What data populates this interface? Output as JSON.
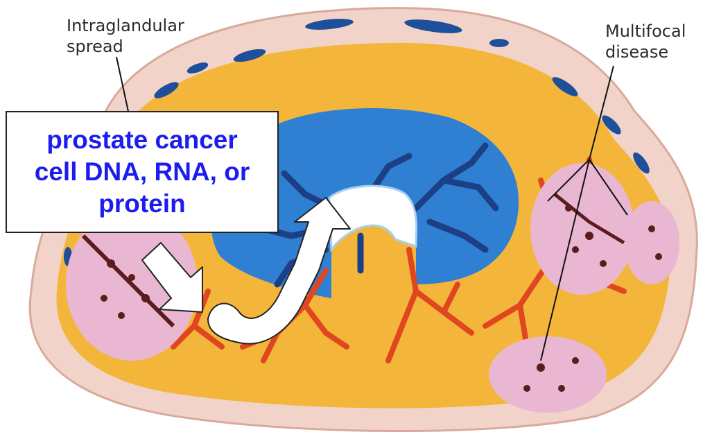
{
  "labels": {
    "intraglandular_line1": "Intraglandular",
    "intraglandular_line2": "spread",
    "multifocal_line1": "Multifocal",
    "multifocal_line2": "disease"
  },
  "callout": {
    "line1": "prostate cancer",
    "line2": "cell DNA, RNA, or",
    "line3": "protein"
  },
  "colors": {
    "capsule": "#f1d3c9",
    "parenchyma": "#f4b63a",
    "urethra_region": "#2f7fd2",
    "duct_dark": "#1d3f86",
    "lumen": "#ffffff",
    "duct_orange": "#e0461f",
    "tumor_pink": "#e9b7d2",
    "tumor_brown": "#5a1c1c",
    "callout_text": "#1c1cf0"
  }
}
